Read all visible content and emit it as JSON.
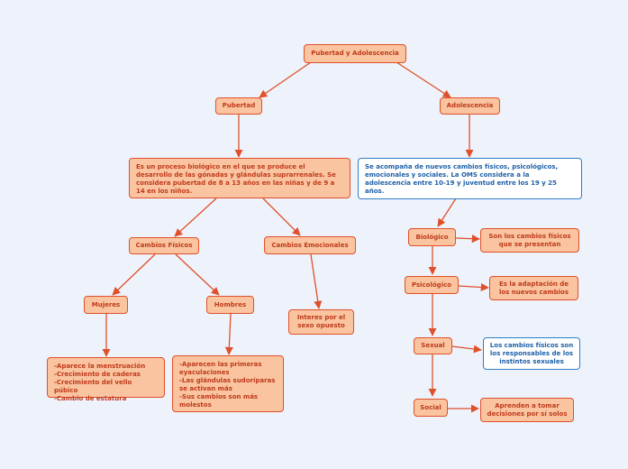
{
  "nodes": {
    "root": "Pubertad y Adolescencia",
    "pubertad": "Pubertad",
    "adolescencia": "Adolescencia",
    "pubertad_def": "Es un proceso biológico en el que se produce el desarrollo de las gónadas y glándulas suprarrenales. Se considera pubertad de 8 a 13 años en las niñas y de 9 a 14 en los niños.",
    "adolescencia_def": "Se acompaña de nuevos cambios físicos, psicológicos, emocionales y sociales. La OMS considera a la adolescencia entre 10-19 y juventud entre los 19 y 25 años.",
    "cambios_fisicos": "Cambios Físicos",
    "cambios_emocionales": "Cambios Emocionales",
    "mujeres": "Mujeres",
    "hombres": "Hombres",
    "mujeres_list": "-Aparece la menstruación\n-Crecimiento de caderas\n-Crecimiento del vello púbico\n-Cambio de estatura",
    "hombres_list": "-Aparecen las primeras eyaculaciones\n-Las glándulas sudoríparas se activan más\n-Sus cambios son más molestos",
    "emocional_desc": "Interes por el sexo opuesto",
    "biologico": "Biológico",
    "psicologico": "Psicológico",
    "sexual": "Sexual",
    "social": "Social",
    "biologico_desc": "Son los cambios físicos que se presentan",
    "psicologico_desc": "Es la adaptación de los nuevos cambios",
    "sexual_desc": "Los cambios físicos son los responsables de los instintos sexuales",
    "social_desc": "Aprenden a tomar decisiones por sí solos"
  },
  "colors": {
    "node_fill": "#f9c49f",
    "node_border": "#e0502a",
    "node_text": "#c0391b",
    "blue_border": "#2e7ec6",
    "blue_text": "#1d5fa8",
    "background": "#eef2fb",
    "connector": "#e0502a"
  }
}
